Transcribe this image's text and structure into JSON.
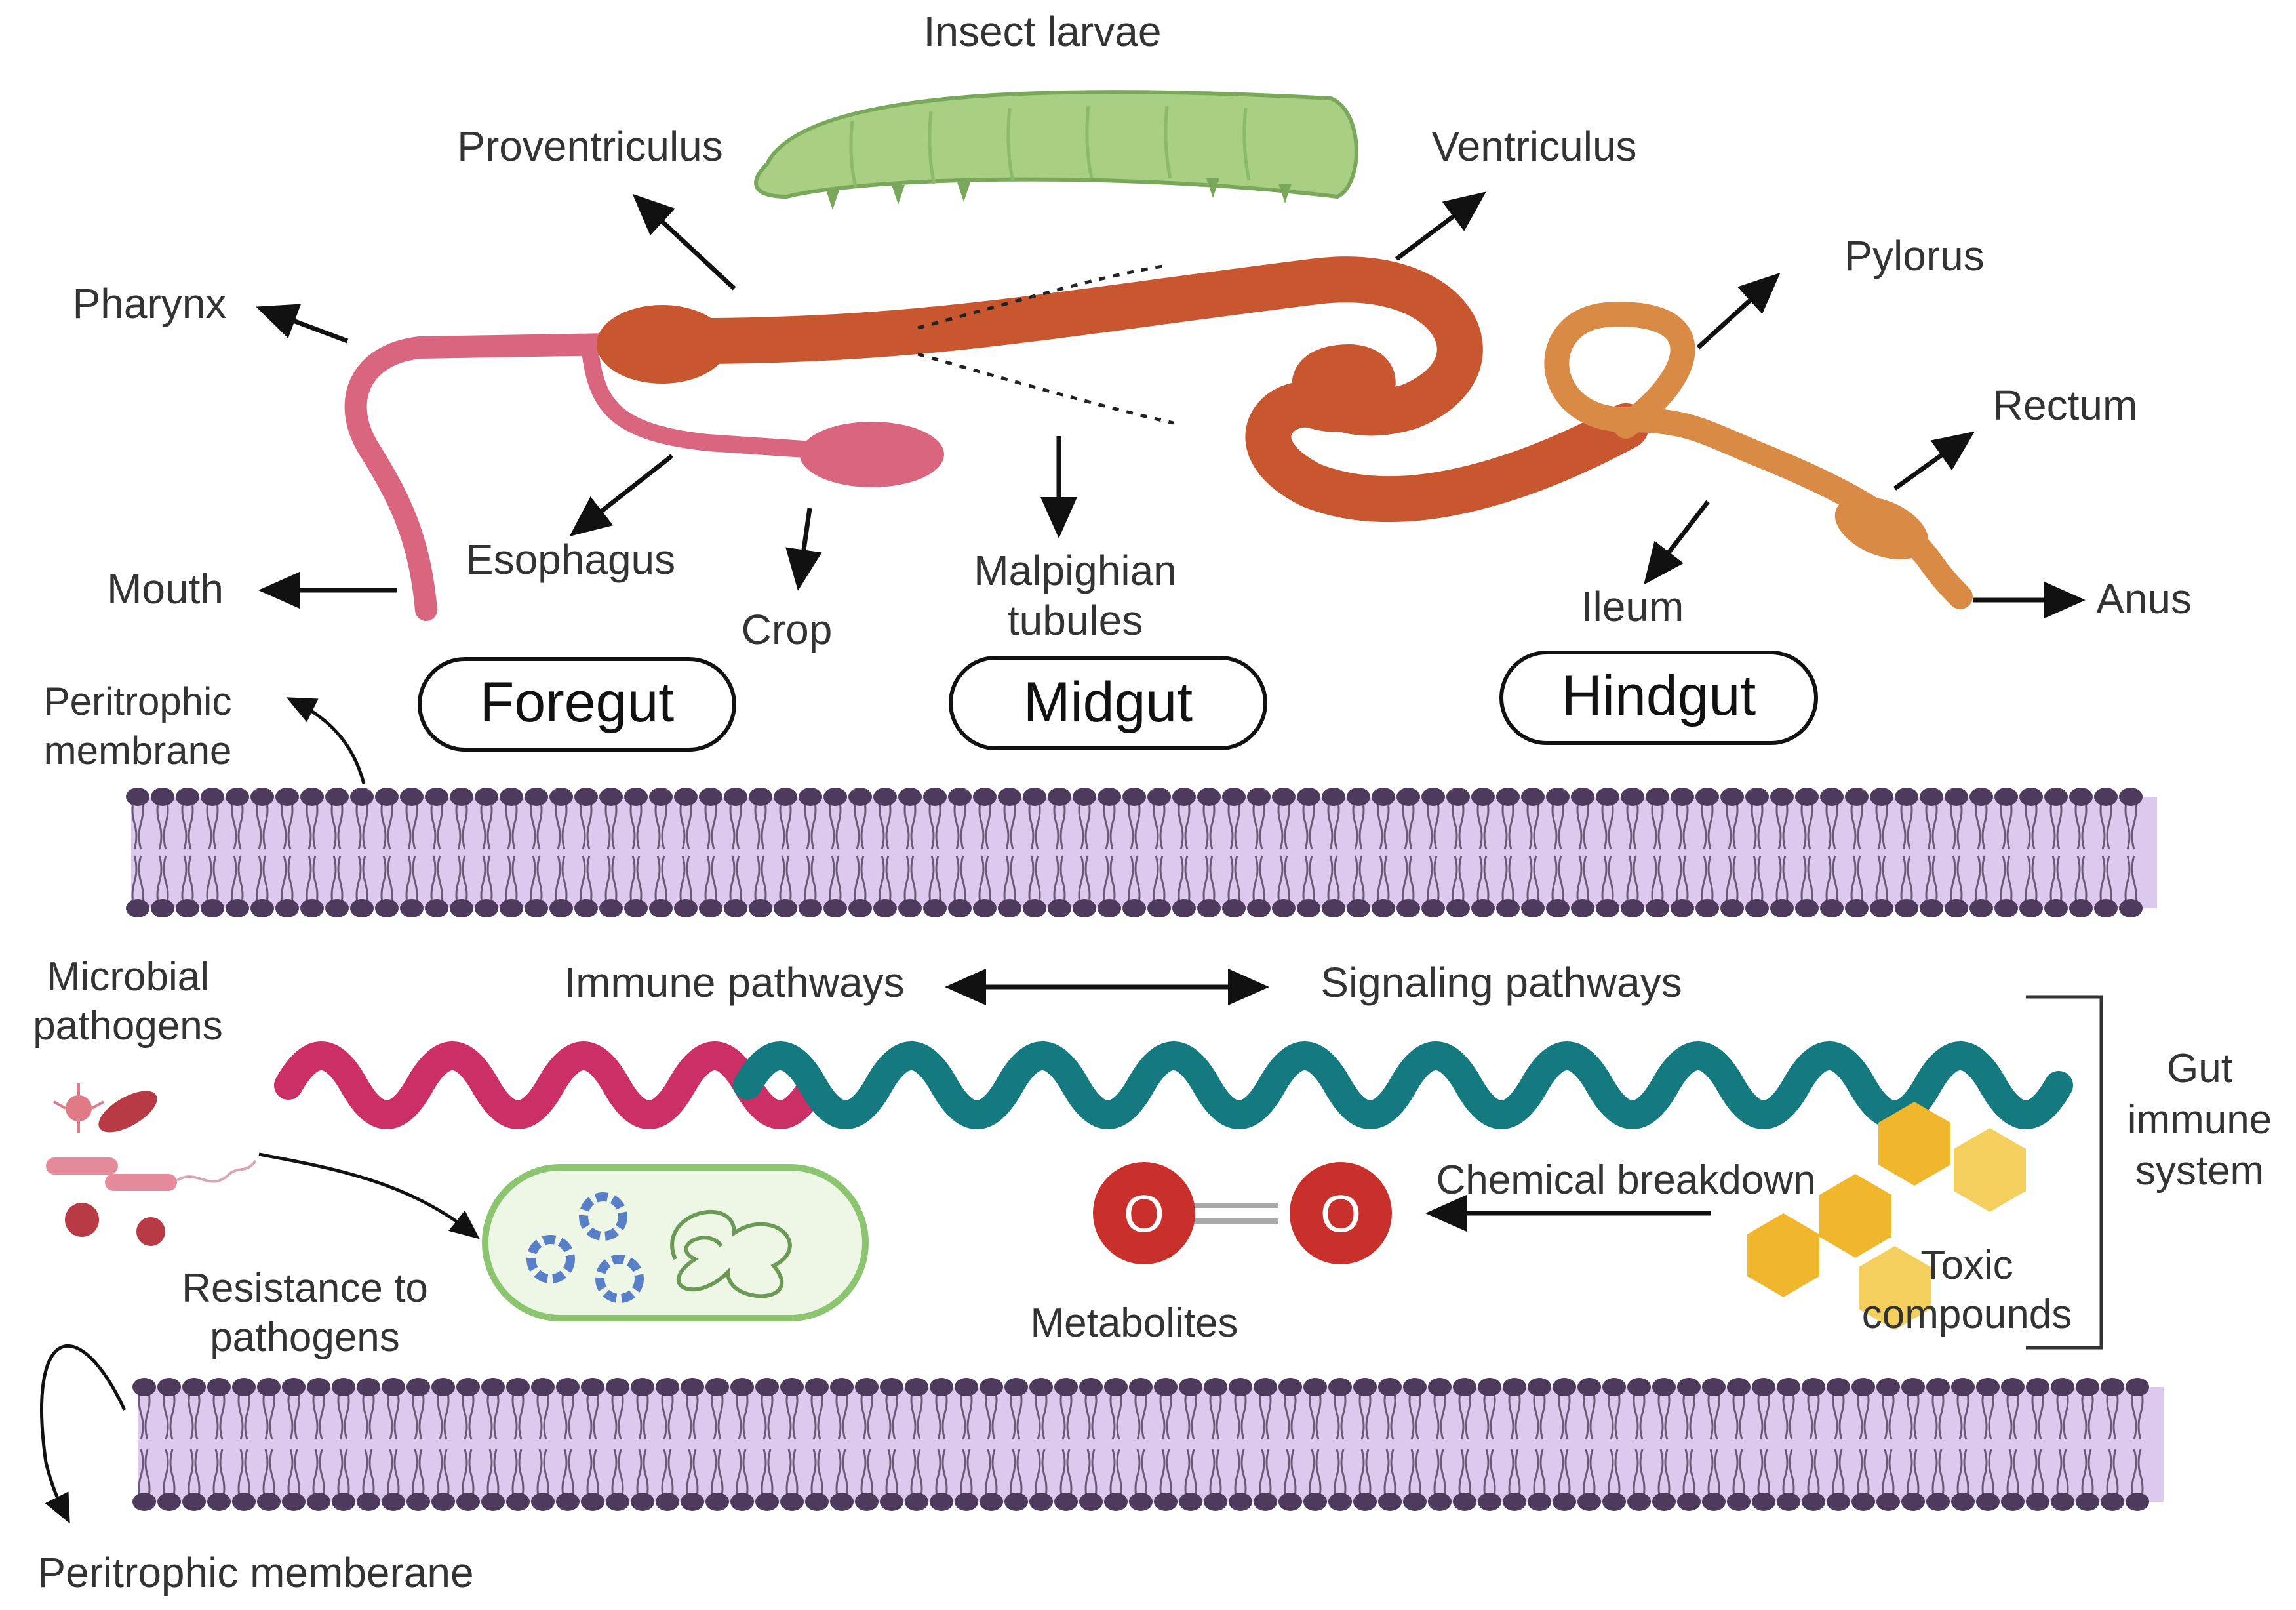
{
  "labels": {
    "insect_larvae": "Insect larvae",
    "proventriculus": "Proventriculus",
    "ventriculus": "Ventriculus",
    "pharynx": "Pharynx",
    "pylorus": "Pylorus",
    "rectum": "Rectum",
    "esophagus": "Esophagus",
    "mouth": "Mouth",
    "crop": "Crop",
    "malpighian_line1": "Malpighian",
    "malpighian_line2": "tubules",
    "ileum": "Ileum",
    "anus": "Anus",
    "peritrophic_top_line1": "Peritrophic",
    "peritrophic_top_line2": "membrane",
    "microbial_line1": "Microbial",
    "microbial_line2": "pathogens",
    "immune_pathways": "Immune pathways",
    "signaling_pathways": "Signaling pathways",
    "gut_immune_line1": "Gut",
    "gut_immune_line2": "immune",
    "gut_immune_line3": "system",
    "chemical_breakdown": "Chemical breakdown",
    "resistance_line1": "Resistance to",
    "resistance_line2": "pathogens",
    "toxic_line1": "Toxic",
    "toxic_line2": "compounds",
    "metabolites": "Metabolites",
    "metabolite_atom": "O",
    "peritrophic_bottom": "Peritrophic memberane"
  },
  "sections": {
    "foregut": "Foregut",
    "midgut": "Midgut",
    "hindgut": "Hindgut"
  },
  "colors": {
    "foregut_pink": "#d9657f",
    "midgut_orange": "#c8562f",
    "hindgut_tan": "#d98a45",
    "larva_green": "#a9cf84",
    "membrane_fill": "#ddc9ee",
    "membrane_head": "#4e3a5c",
    "immune_wave": "#cc2e66",
    "signal_wave": "#147a80",
    "oxygen_red": "#c9302c",
    "toxic_yellow": "#f0b62c"
  }
}
